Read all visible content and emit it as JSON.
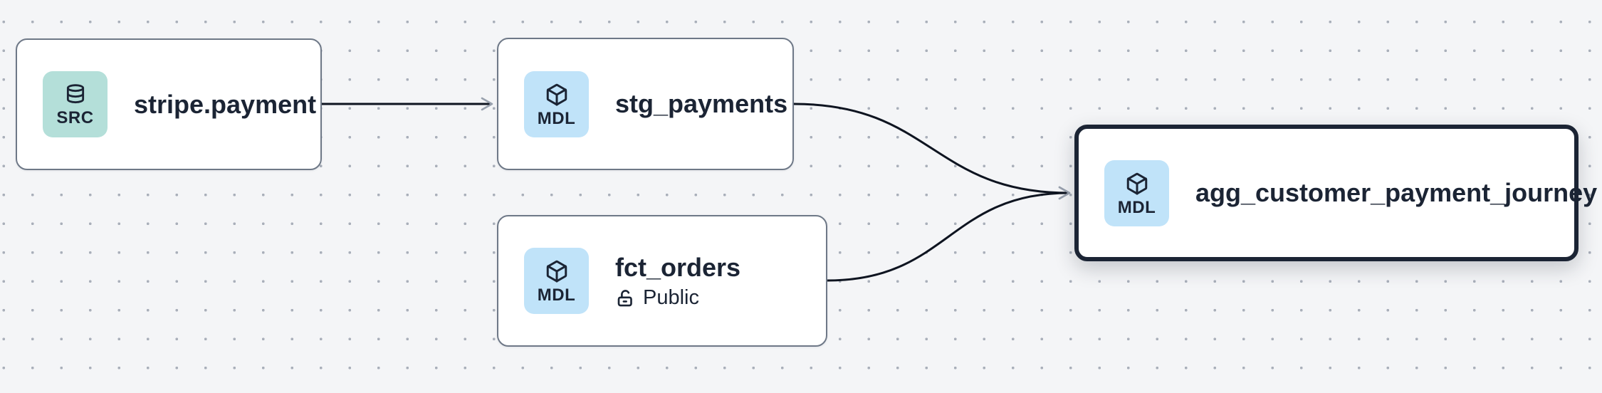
{
  "app": {
    "view": "data-lineage-graph"
  },
  "nodes": [
    {
      "id": "stripe.payment",
      "badge": "SRC",
      "type": "source",
      "icon": "database-icon",
      "title": "stripe.payment",
      "selected": false
    },
    {
      "id": "stg_payments",
      "badge": "MDL",
      "type": "model",
      "icon": "cube-icon",
      "title": "stg_payments",
      "selected": false
    },
    {
      "id": "fct_orders",
      "badge": "MDL",
      "type": "model",
      "icon": "cube-icon",
      "title": "fct_orders",
      "access": "Public",
      "access_icon": "lock-open-icon",
      "selected": false
    },
    {
      "id": "agg_customer_payment_journey",
      "badge": "MDL",
      "type": "model",
      "icon": "cube-icon",
      "title": "agg_customer_payment_journey",
      "selected": true
    }
  ],
  "edges": [
    {
      "from": "stripe.payment",
      "to": "stg_payments"
    },
    {
      "from": "stg_payments",
      "to": "agg_customer_payment_journey"
    },
    {
      "from": "fct_orders",
      "to": "agg_customer_payment_journey"
    }
  ],
  "colors": {
    "canvas_bg": "#f4f5f7",
    "dot_grid": "#a9afba",
    "node_bg": "#ffffff",
    "node_border": "#6e7887",
    "selected_border": "#1b2434",
    "source_badge_bg": "#b4dfd9",
    "model_badge_bg": "#c0e3f9",
    "text": "#1b2434",
    "edge": "#0e1420",
    "arrowhead": "#99a1ae"
  }
}
